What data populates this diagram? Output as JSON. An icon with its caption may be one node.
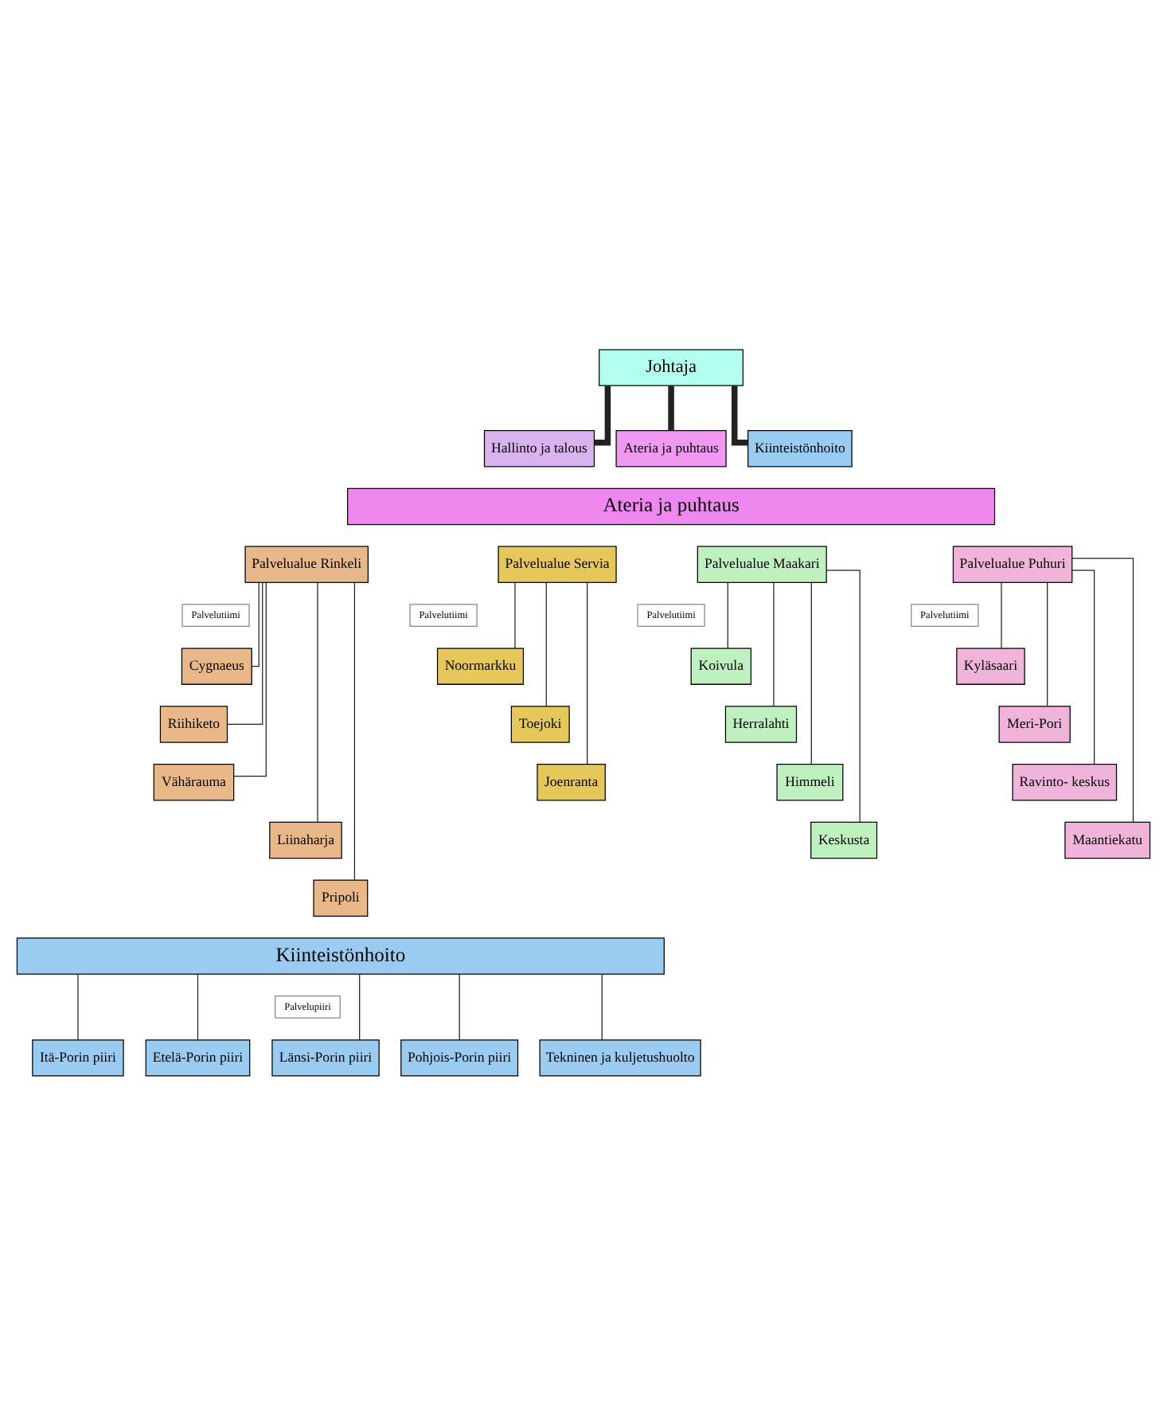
{
  "diagram": {
    "nodes": [
      {
        "text": [
          "Johtaja"
        ]
      },
      {
        "text": [
          "Hallinto ja talous"
        ]
      },
      {
        "text": [
          "Ateria ja puhtaus"
        ]
      },
      {
        "text": [
          "Kiinteistönhoito"
        ]
      },
      {
        "text": [
          "Ateria ja puhtaus"
        ]
      },
      {
        "text": [
          "Palvelualue Rinkeli"
        ]
      },
      {
        "text": [
          "Palvelutiimi"
        ]
      },
      {
        "text": [
          "Cygnaeus"
        ]
      },
      {
        "text": [
          "Riihiketo"
        ]
      },
      {
        "text": [
          "Vähärauma"
        ]
      },
      {
        "text": [
          "Liinaharja"
        ]
      },
      {
        "text": [
          "Pripoli"
        ]
      },
      {
        "text": [
          "Palvelualue Servia"
        ]
      },
      {
        "text": [
          "Palvelutiimi"
        ]
      },
      {
        "text": [
          "Noormarkku"
        ]
      },
      {
        "text": [
          "Toejoki"
        ]
      },
      {
        "text": [
          "Joenranta"
        ]
      },
      {
        "text": [
          "Palvelualue Maakari"
        ]
      },
      {
        "text": [
          "Palvelutiimi"
        ]
      },
      {
        "text": [
          "Koivula"
        ]
      },
      {
        "text": [
          "Herralahti"
        ]
      },
      {
        "text": [
          "Himmeli"
        ]
      },
      {
        "text": [
          "Keskusta"
        ]
      },
      {
        "text": [
          "Palvelualue Puhuri"
        ]
      },
      {
        "text": [
          "Palvelutiimi"
        ]
      },
      {
        "text": [
          "Kyläsaari"
        ]
      },
      {
        "text": [
          "Meri-Pori"
        ]
      },
      {
        "text": [
          "Ravinto- keskus"
        ]
      },
      {
        "text": [
          "Maantiekatu"
        ]
      },
      {
        "text": [
          "Kiinteistönhoito"
        ]
      },
      {
        "text": [
          "Palvelupiiri"
        ]
      },
      {
        "text": [
          "Itä-Porin piiri"
        ]
      },
      {
        "text": [
          "Etelä-Porin piiri"
        ]
      },
      {
        "text": [
          "Länsi-Porin piiri"
        ]
      },
      {
        "text": [
          "Pohjois-Porin piiri"
        ]
      },
      {
        "text": [
          "Tekninen ja kuljetushuolto"
        ]
      }
    ],
    "edges": [
      {
        "from": 0,
        "to": 1,
        "arrow": "none",
        "style": "thick"
      },
      {
        "from": 0,
        "to": 2,
        "arrow": "none",
        "style": "thick"
      },
      {
        "from": 0,
        "to": 3,
        "arrow": "none",
        "style": "thick"
      },
      {
        "from": 5,
        "to": 7,
        "arrow": "none"
      },
      {
        "from": 5,
        "to": 8,
        "arrow": "none"
      },
      {
        "from": 5,
        "to": 9,
        "arrow": "none"
      },
      {
        "from": 5,
        "to": 10,
        "arrow": "none"
      },
      {
        "from": 5,
        "to": 11,
        "arrow": "none"
      },
      {
        "from": 12,
        "to": 14,
        "arrow": "none"
      },
      {
        "from": 12,
        "to": 15,
        "arrow": "none"
      },
      {
        "from": 12,
        "to": 16,
        "arrow": "none"
      },
      {
        "from": 17,
        "to": 19,
        "arrow": "none"
      },
      {
        "from": 17,
        "to": 20,
        "arrow": "none"
      },
      {
        "from": 17,
        "to": 21,
        "arrow": "none"
      },
      {
        "from": 17,
        "to": 22,
        "arrow": "none"
      },
      {
        "from": 23,
        "to": 25,
        "arrow": "none"
      },
      {
        "from": 23,
        "to": 26,
        "arrow": "none"
      },
      {
        "from": 23,
        "to": 27,
        "arrow": "none"
      },
      {
        "from": 23,
        "to": 28,
        "arrow": "none"
      },
      {
        "from": 29,
        "to": 31,
        "arrow": "none"
      },
      {
        "from": 29,
        "to": 32,
        "arrow": "none"
      },
      {
        "from": 29,
        "to": 33,
        "arrow": "none"
      },
      {
        "from": 29,
        "to": 34,
        "arrow": "none"
      },
      {
        "from": 29,
        "to": 35,
        "arrow": "none"
      }
    ]
  }
}
